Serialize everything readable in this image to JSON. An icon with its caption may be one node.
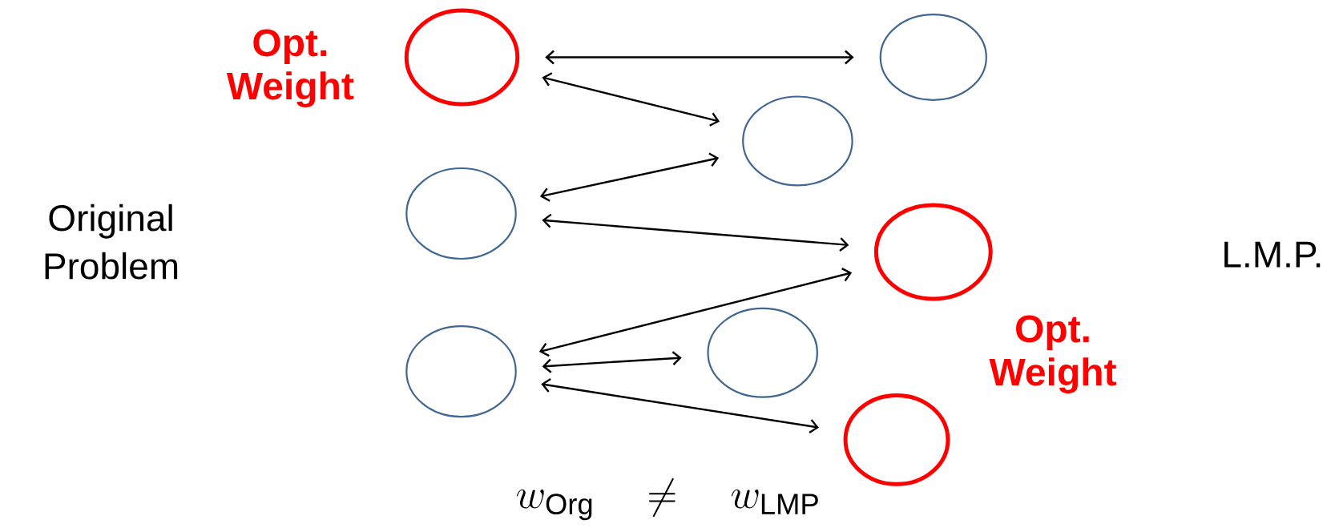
{
  "diagram": {
    "nodes": [
      {
        "text": [],
        "shape": "ellipse",
        "beside": [
          "Opt. Weight"
        ]
      },
      {
        "text": [],
        "shape": "ellipse"
      },
      {
        "text": [],
        "shape": "ellipse"
      },
      {
        "text": [],
        "shape": "ellipse"
      },
      {
        "text": [],
        "shape": "ellipse"
      },
      {
        "text": [],
        "shape": "ellipse"
      },
      {
        "text": [],
        "shape": "ellipse"
      },
      {
        "text": [],
        "shape": "ellipse"
      }
    ],
    "edges": [
      {
        "from": 0,
        "to": 1,
        "arrow": "both"
      },
      {
        "from": 0,
        "to": 2,
        "arrow": "both"
      },
      {
        "from": 3,
        "to": 2,
        "arrow": "both"
      },
      {
        "from": 3,
        "to": 4,
        "arrow": "both"
      },
      {
        "from": 5,
        "to": 4,
        "arrow": "both"
      },
      {
        "from": 5,
        "to": 6,
        "arrow": "both"
      },
      {
        "from": 5,
        "to": 7,
        "arrow": "both"
      }
    ],
    "labels": [
      "Original Problem",
      "L.M.P.",
      "Opt. Weight",
      "w_{\\mathrm{Org}} \\quad \\neq \\quad w_{\\mathrm{LMP}}"
    ]
  }
}
